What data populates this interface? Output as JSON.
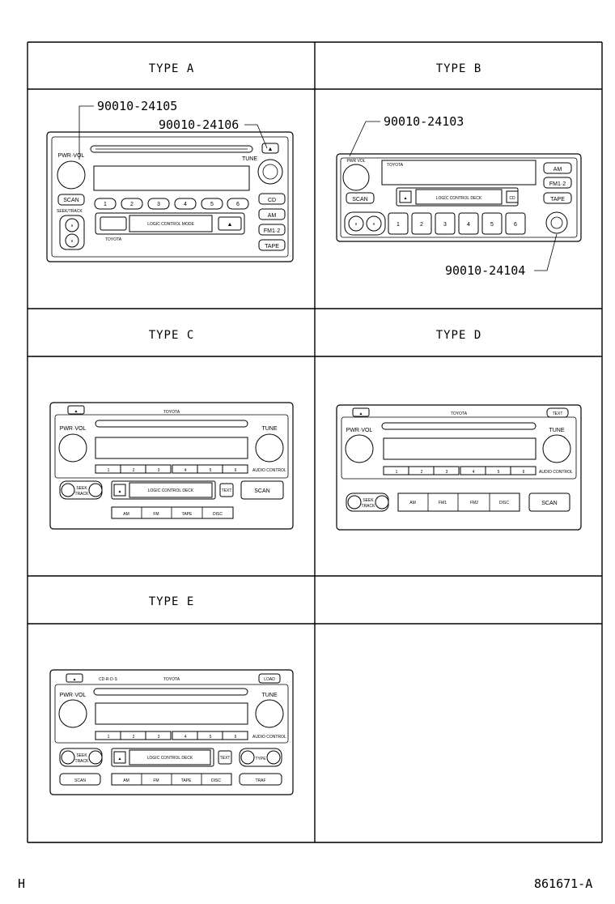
{
  "types": [
    {
      "label": "TYPE  A"
    },
    {
      "label": "TYPE  B"
    },
    {
      "label": "TYPE  C"
    },
    {
      "label": "TYPE  D"
    },
    {
      "label": "TYPE  E"
    }
  ],
  "part_numbers": {
    "a_left": "90010-24105",
    "a_right": "90010-24106",
    "b_top": "90010-24103",
    "b_bottom": "90010-24104"
  },
  "radio_labels": {
    "pwr_vol": "PWR·VOL",
    "pwr_vol_b": "PWR   VOL",
    "tune": "TUNE",
    "scan": "SCAN",
    "seek_track": "SEEK/TRACK",
    "seek": "SEEK",
    "track": "TRACK",
    "cd": "CD",
    "am": "AM",
    "fm": "FM",
    "fm12": "FM1·2",
    "fm1": "FM1",
    "fm2": "FM2",
    "tape": "TAPE",
    "disc": "DISC",
    "text": "TEXT",
    "traf": "TRAF",
    "type": "TYPE",
    "load": "LOAD",
    "toyota": "TOYOTA",
    "logic": "LOGIC CONTROL DECK",
    "logic_a": "LOGIC CONTROL MODE",
    "cdrds": "CD·R·D·S",
    "audio_control": "AUDIO CONTROL",
    "presets": [
      "1",
      "2",
      "3",
      "4",
      "5",
      "6"
    ]
  },
  "footer": {
    "left": "H",
    "right": "861671-A"
  }
}
